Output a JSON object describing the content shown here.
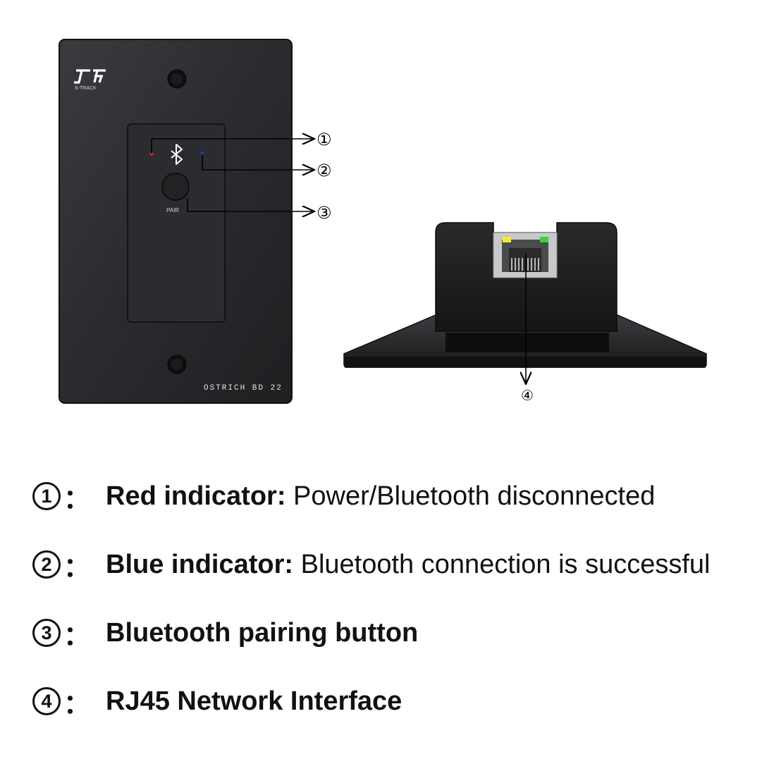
{
  "panel": {
    "brand_logo": "S-TRACK",
    "brand_text": "S-TRACK",
    "button_label": "PAIR",
    "model": "OSTRICH BD 22"
  },
  "callouts": [
    "①",
    "②",
    "③",
    "④"
  ],
  "legend": [
    {
      "num": "1",
      "sep": "：",
      "title": "Red indicator:",
      "desc": " Power/Bluetooth disconnected"
    },
    {
      "num": "2",
      "sep": "：",
      "title": "Blue indicator:",
      "desc": " Bluetooth connection is successful"
    },
    {
      "num": "3",
      "sep": "：",
      "title": "Bluetooth pairing button",
      "desc": ""
    },
    {
      "num": "4",
      "sep": "：",
      "title": "RJ45 Network Interface",
      "desc": ""
    }
  ],
  "colors": {
    "red_led": "#e0262a",
    "blue_led": "#2a3ad8",
    "yellow_led": "#f2ee2a",
    "green_led": "#35d43a",
    "panel": "#2c2d30"
  }
}
